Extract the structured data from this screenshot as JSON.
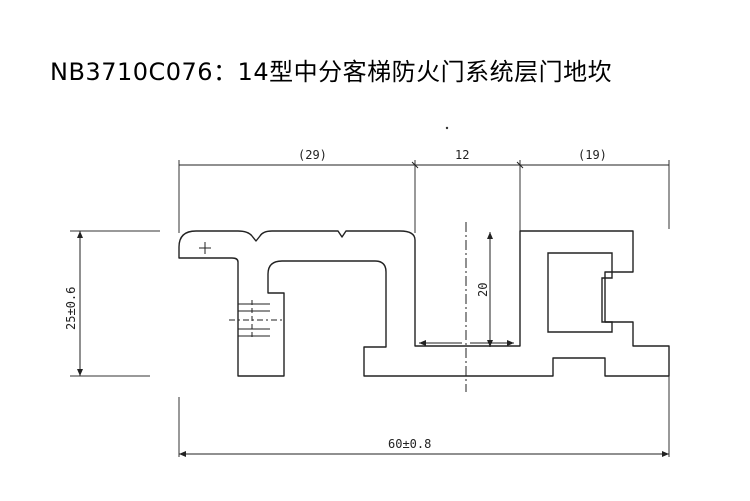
{
  "title": "NB3710C076：14型中分客梯防火门系统层门地坎",
  "dimensions": {
    "top_left": "(29)",
    "top_middle": "12",
    "top_right": "(19)",
    "height_left": "25±0.6",
    "inner_height": "20",
    "bottom_total": "60±0.8"
  }
}
